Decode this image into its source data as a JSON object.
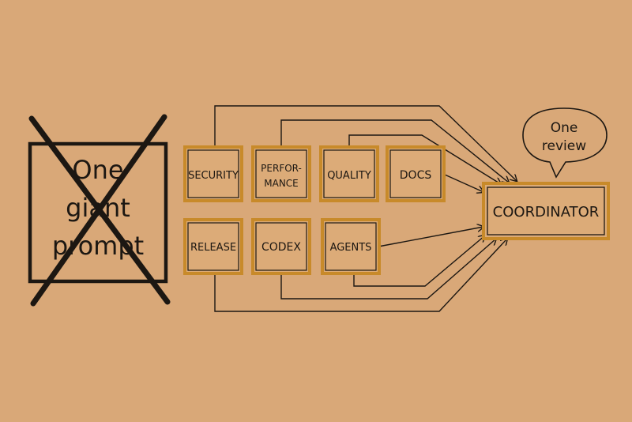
{
  "rejected": {
    "lines": [
      "One",
      "giant",
      "prompt"
    ]
  },
  "agents": [
    {
      "lines": [
        "SECURITY"
      ]
    },
    {
      "lines": [
        "PERFOR-",
        "MANCE"
      ]
    },
    {
      "lines": [
        "QUALITY"
      ]
    },
    {
      "lines": [
        "DOCS"
      ]
    },
    {
      "lines": [
        "RELEASE"
      ]
    },
    {
      "lines": [
        "CODEX"
      ]
    },
    {
      "lines": [
        "AGENTS"
      ]
    }
  ],
  "coordinator": {
    "label": "COORDINATOR"
  },
  "bubble": {
    "lines": [
      "One",
      "review"
    ]
  },
  "colors": {
    "background": "#d9a878",
    "box_outline": "#c88a2a",
    "box_fill": "#dcab78",
    "ink": "#1c1712"
  }
}
